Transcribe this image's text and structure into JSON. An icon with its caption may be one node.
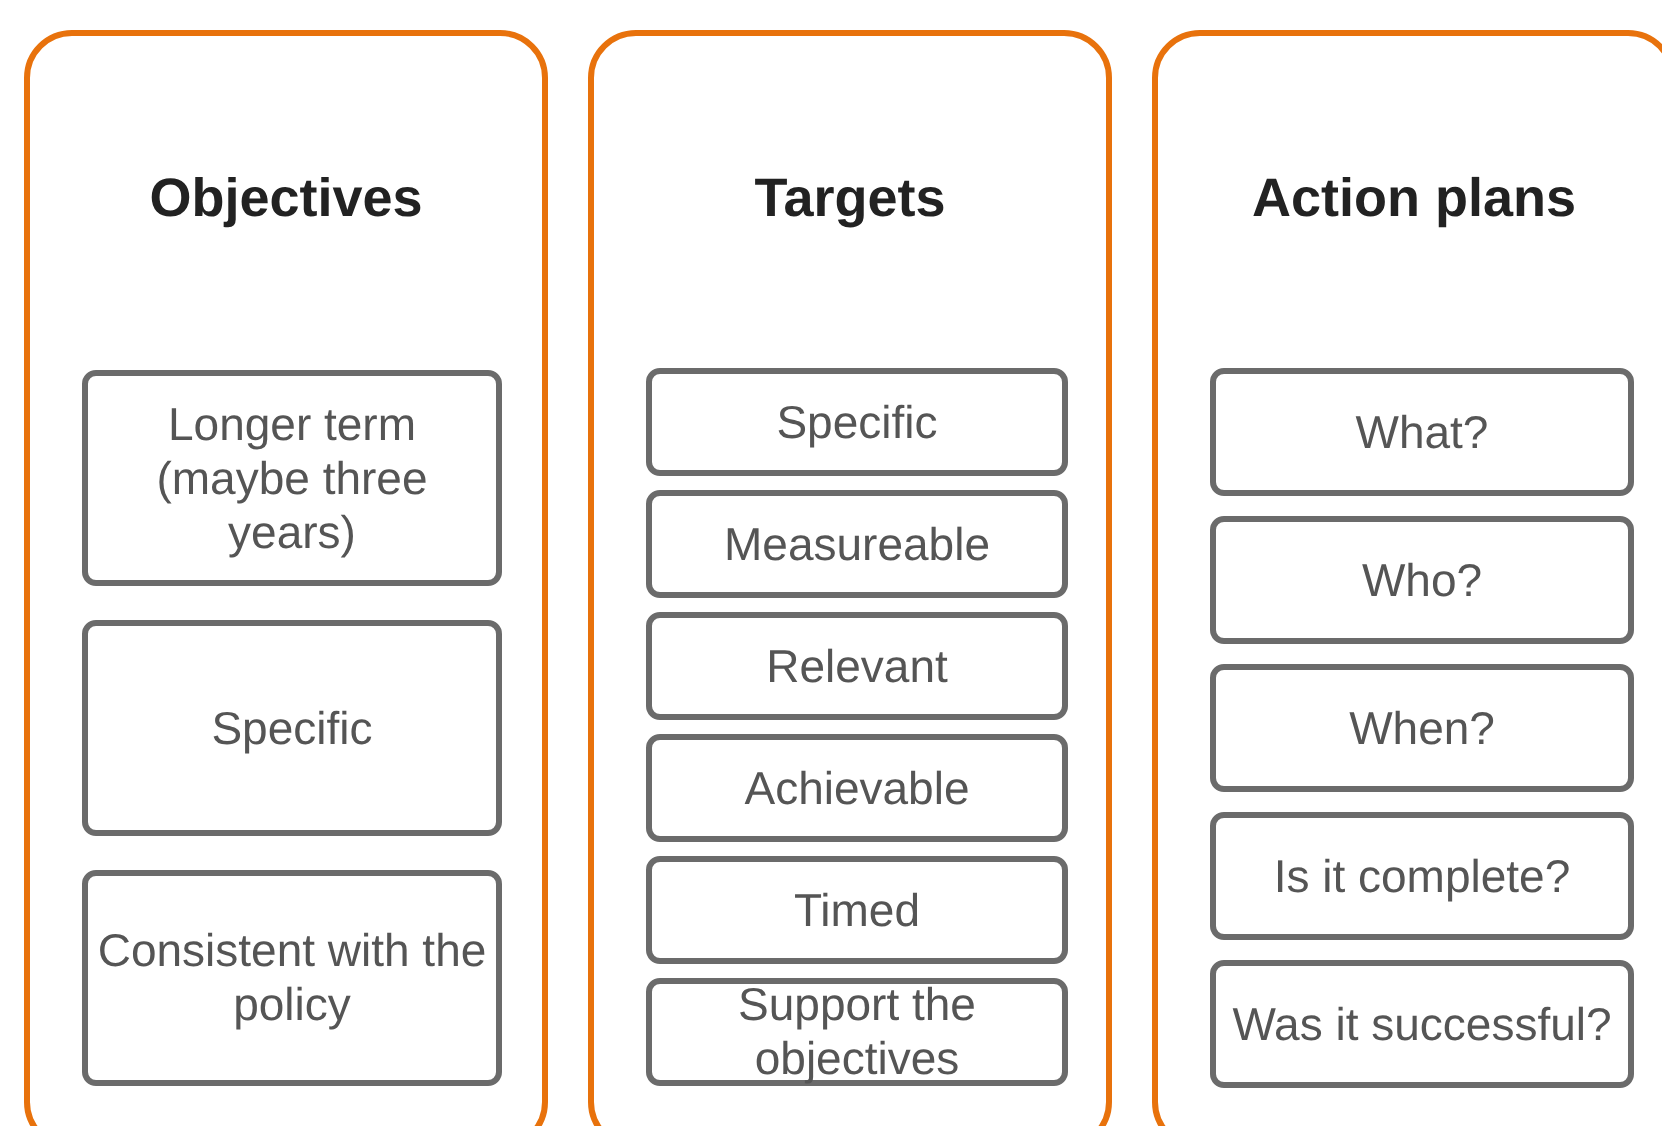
{
  "diagram": {
    "nodes": [
      {
        "text": [
          "Objectives"
        ]
      },
      {
        "text": [
          "Longer term (maybe three years)"
        ],
        "in": 0
      },
      {
        "text": [
          "Specific"
        ],
        "in": 0
      },
      {
        "text": [
          "Consistent with the policy"
        ],
        "in": 0
      },
      {
        "text": [
          "Targets"
        ]
      },
      {
        "text": [
          "Specific"
        ],
        "in": 4
      },
      {
        "text": [
          "Measureable"
        ],
        "in": 4
      },
      {
        "text": [
          "Relevant"
        ],
        "in": 4
      },
      {
        "text": [
          "Achievable"
        ],
        "in": 4
      },
      {
        "text": [
          "Timed"
        ],
        "in": 4
      },
      {
        "text": [
          "Support the objectives"
        ],
        "in": 4
      },
      {
        "text": [
          "Action plans"
        ]
      },
      {
        "text": [
          "What?"
        ],
        "in": 11
      },
      {
        "text": [
          "Who?"
        ],
        "in": 11
      },
      {
        "text": [
          "When?"
        ],
        "in": 11
      },
      {
        "text": [
          "Is it complete?"
        ],
        "in": 11
      },
      {
        "text": [
          "Was it successful?"
        ],
        "in": 11
      }
    ]
  }
}
